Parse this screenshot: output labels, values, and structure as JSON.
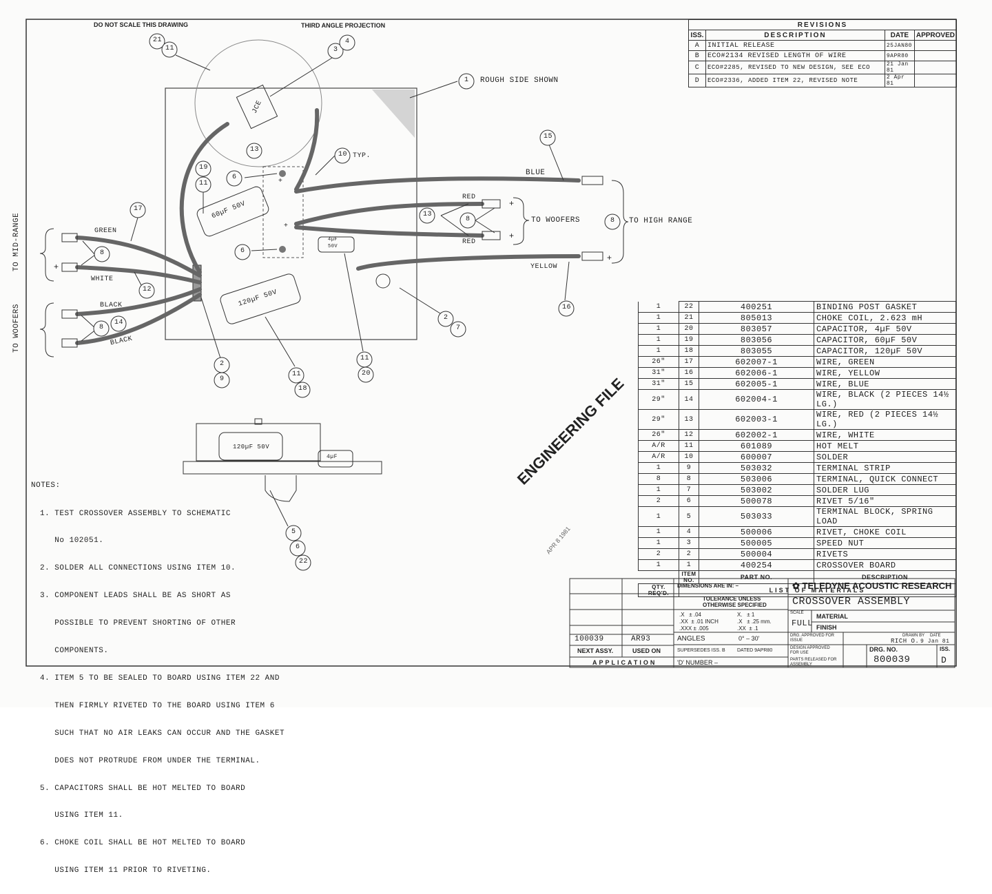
{
  "header": {
    "do_not_scale": "DO NOT SCALE THIS DRAWING",
    "projection": "THIRD ANGLE PROJECTION"
  },
  "revisions": {
    "title": "REVISIONS",
    "col_iss": "ISS.",
    "col_desc": "DESCRIPTION",
    "col_date": "DATE",
    "col_approved": "APPROVED",
    "rows": [
      {
        "iss": "A",
        "desc": "INITIAL RELEASE",
        "date": "25JAN80"
      },
      {
        "iss": "B",
        "desc": "ECO#2134 REVISED LENGTH OF WIRE",
        "date": "9APR80"
      },
      {
        "iss": "C",
        "desc": "ECO#2285, REVISED TO NEW DESIGN, SEE ECO",
        "date": "21 Jan 81"
      },
      {
        "iss": "D",
        "desc": "ECO#2336, ADDED ITEM 22, REVISED NOTE",
        "date": "2 Apr 81"
      }
    ]
  },
  "diagram": {
    "rough_side": "ROUGH SIDE SHOWN",
    "typ": "TYP.",
    "wire_blue": "BLUE",
    "wire_red_top": "RED",
    "wire_red_bottom": "RED",
    "wire_yellow": "YELLOW",
    "wire_green": "GREEN",
    "wire_white": "WHITE",
    "wire_black_top": "BLACK",
    "wire_black_bottom": "BLACK",
    "to_woofers_right": "TO WOOFERS",
    "to_high_range": "TO HIGH RANGE",
    "to_mid_range": "TO MID-RANGE",
    "to_woofers_left": "TO WOOFERS",
    "cap_60": "60µF 50V",
    "cap_120": "120µF 50V",
    "cap_4_line1": "4µF",
    "cap_4_line2": "50V",
    "choke_label": "JCE",
    "side_cap_120": "120µF 50V",
    "side_cap_4": "4µF",
    "plus": "+",
    "balloons": {
      "b21": "21",
      "b11a": "11",
      "b3": "3",
      "b4": "4",
      "b1": "1",
      "b13a": "13",
      "b10": "10",
      "b15": "15",
      "b19": "19",
      "b11b": "11",
      "b6a": "6",
      "b6b": "6",
      "b17": "17",
      "b8a": "8",
      "b12": "12",
      "b8b": "8",
      "b14": "14",
      "b13b": "13",
      "b8c": "8",
      "b8d": "8",
      "b16": "16",
      "b2a": "2",
      "b7": "7",
      "b2b": "2",
      "b9": "9",
      "b11c": "11",
      "b18": "18",
      "b11d": "11",
      "b20": "20",
      "b5": "5",
      "b6c": "6",
      "b22": "22"
    }
  },
  "stamp": {
    "engineering_file": "ENGINEERING FILE",
    "date_stamp": "APR 8 1981"
  },
  "notes": {
    "title": "NOTES:",
    "lines": [
      "1. TEST CROSSOVER ASSEMBLY TO SCHEMATIC",
      "   No 102051.",
      "2. SOLDER ALL CONNECTIONS USING ITEM 10.",
      "3. COMPONENT LEADS SHALL BE AS SHORT AS",
      "   POSSIBLE TO PREVENT SHORTING OF OTHER",
      "   COMPONENTS.",
      "4. ITEM 5 TO BE SEALED TO BOARD USING ITEM 22 AND",
      "   THEN FIRMLY RIVETED TO THE BOARD USING ITEM 6",
      "   SUCH THAT NO AIR LEAKS CAN OCCUR AND THE GASKET",
      "   DOES NOT PROTRUDE FROM UNDER THE TERMINAL.",
      "5. CAPACITORS SHALL BE HOT MELTED TO BOARD",
      "   USING ITEM 11.",
      "6. CHOKE COIL SHALL BE HOT MELTED TO BOARD",
      "   USING ITEM 11 PRIOR TO RIVETING."
    ]
  },
  "bom": {
    "rows": [
      {
        "qty": "1",
        "item": "22",
        "part": "400251",
        "desc": "BINDING POST GASKET"
      },
      {
        "qty": "1",
        "item": "21",
        "part": "805013",
        "desc": "CHOKE COIL, 2.623 mH"
      },
      {
        "qty": "1",
        "item": "20",
        "part": "803057",
        "desc": "CAPACITOR, 4µF 50V"
      },
      {
        "qty": "1",
        "item": "19",
        "part": "803056",
        "desc": "CAPACITOR, 60µF 50V"
      },
      {
        "qty": "1",
        "item": "18",
        "part": "803055",
        "desc": "CAPACITOR, 120µF 50V"
      },
      {
        "qty": "26\"",
        "item": "17",
        "part": "602007-1",
        "desc": "WIRE, GREEN"
      },
      {
        "qty": "31\"",
        "item": "16",
        "part": "602006-1",
        "desc": "WIRE, YELLOW"
      },
      {
        "qty": "31\"",
        "item": "15",
        "part": "602005-1",
        "desc": "WIRE, BLUE"
      },
      {
        "qty": "29\"",
        "item": "14",
        "part": "602004-1",
        "desc": "WIRE, BLACK (2 PIECES 14½ LG.)"
      },
      {
        "qty": "29\"",
        "item": "13",
        "part": "602003-1",
        "desc": "WIRE, RED (2 PIECES 14½ LG.)"
      },
      {
        "qty": "26\"",
        "item": "12",
        "part": "602002-1",
        "desc": "WIRE, WHITE"
      },
      {
        "qty": "A/R",
        "item": "11",
        "part": "601089",
        "desc": "HOT MELT"
      },
      {
        "qty": "A/R",
        "item": "10",
        "part": "600007",
        "desc": "SOLDER"
      },
      {
        "qty": "1",
        "item": "9",
        "part": "503032",
        "desc": "TERMINAL STRIP"
      },
      {
        "qty": "8",
        "item": "8",
        "part": "503006",
        "desc": "TERMINAL, QUICK CONNECT"
      },
      {
        "qty": "1",
        "item": "7",
        "part": "503002",
        "desc": "SOLDER LUG"
      },
      {
        "qty": "2",
        "item": "6",
        "part": "500078",
        "desc": "RIVET 5/16\""
      },
      {
        "qty": "1",
        "item": "5",
        "part": "503033",
        "desc": "TERMINAL BLOCK, SPRING LOAD"
      },
      {
        "qty": "1",
        "item": "4",
        "part": "500006",
        "desc": "RIVET, CHOKE COIL"
      },
      {
        "qty": "1",
        "item": "3",
        "part": "500005",
        "desc": "SPEED NUT"
      },
      {
        "qty": "2",
        "item": "2",
        "part": "500004",
        "desc": "RIVETS"
      },
      {
        "qty": "1",
        "item": "1",
        "part": "400254",
        "desc": "CROSSOVER BOARD"
      }
    ],
    "h_item": "ITEM NO.",
    "h_part": "PART NO.",
    "h_desc": "DESCRIPTION",
    "h_qty": "QTY. REQ'D.",
    "h_list": "LIST OF MATERIALS"
  },
  "title_block": {
    "dims": "DIMENSIONS ARE IN: –",
    "tol1": "TOLERANCE UNLESS",
    "tol2": "OTHERWISE SPECIFIED",
    "t1": ".X   ± .04",
    "t2": ".XX  ± .01 INCH",
    "t3": ".XXX ± .005",
    "t4": "X.   ± 1",
    "t5": ".X   ± .25 mm.",
    "t6": ".XX  ± .1",
    "angles": "ANGLES",
    "angles_val": "0° – 30'",
    "supersedes": "SUPERSEDES ISS. B",
    "dated": "DATED 9APR80",
    "d_number": "'D' NUMBER –",
    "company": "TELEDYNE ACOUSTIC RESEARCH",
    "title": "CROSSOVER ASSEMBLY",
    "scale_lbl": "SCALE",
    "scale_val": "FULL",
    "material": "MATERIAL",
    "finish": "FINISH",
    "drg_approved": "DRG. APPROVED FOR ISSUE",
    "design_approved": "DESIGN APPROVED FOR USE",
    "parts_released": "PARTS RELEASED FOR ASSEMBLY",
    "drawn_by": "DRAWN BY",
    "drawn_val": "RICH O.",
    "date_lbl": "DATE",
    "date_val": "9 Jan 81",
    "drg_no": "DRG. NO.",
    "drg_val": "800039",
    "iss": "ISS.",
    "iss_val": "D",
    "next_assy_val": "100039",
    "used_on_val": "AR93",
    "next_assy": "NEXT ASSY.",
    "used_on": "USED ON",
    "application": "APPLICATION"
  }
}
